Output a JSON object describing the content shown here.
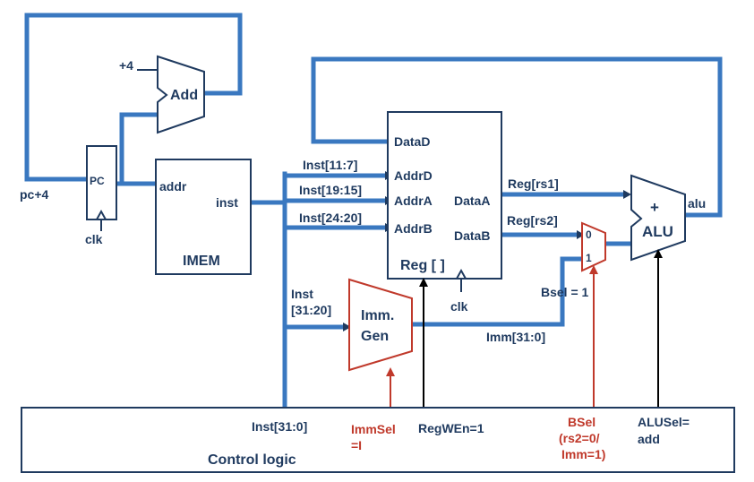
{
  "blocks": {
    "pc": "PC",
    "clk": "clk",
    "adder_label": "Add",
    "adder_const": "+4",
    "imem_title": "IMEM",
    "imem_addr": "addr",
    "imem_inst": "inst",
    "reg_title": "Reg [ ]",
    "reg_datad": "DataD",
    "reg_addrd": "AddrD",
    "reg_addra": "AddrA",
    "reg_addrb": "AddrB",
    "reg_dataa": "DataA",
    "reg_datab": "DataB",
    "reg_clk": "clk",
    "immgen_line1": "Imm.",
    "immgen_line2": "Gen",
    "alu_title": "ALU",
    "alu_op": "+",
    "mux_in0": "0",
    "mux_in1": "1",
    "control_title": "Control logic"
  },
  "signals": {
    "pc_plus4": "pc+4",
    "inst_11_7": "Inst[11:7]",
    "inst_19_15": "Inst[19:15]",
    "inst_24_20": "Inst[24:20]",
    "inst_31_20_a": "Inst",
    "inst_31_20_b": "[31:20]",
    "reg_rs1": "Reg[rs1]",
    "reg_rs2": "Reg[rs2]",
    "alu_out": "alu",
    "bsel_state": "Bsel = 1",
    "imm_31_0": "Imm[31:0]",
    "inst_31_0": "Inst[31:0]"
  },
  "control": {
    "immsel_a": "ImmSel",
    "immsel_b": "=I",
    "regwen": "RegWEn=1",
    "bsel_a": "BSel",
    "bsel_b": "(rs2=0/",
    "bsel_c": "Imm=1)",
    "alusel_a": "ALUSel=",
    "alusel_b": "add"
  },
  "colors": {
    "bus": "#3a78c0",
    "outline": "#1f3a5f",
    "control_active": "#c0392b"
  }
}
